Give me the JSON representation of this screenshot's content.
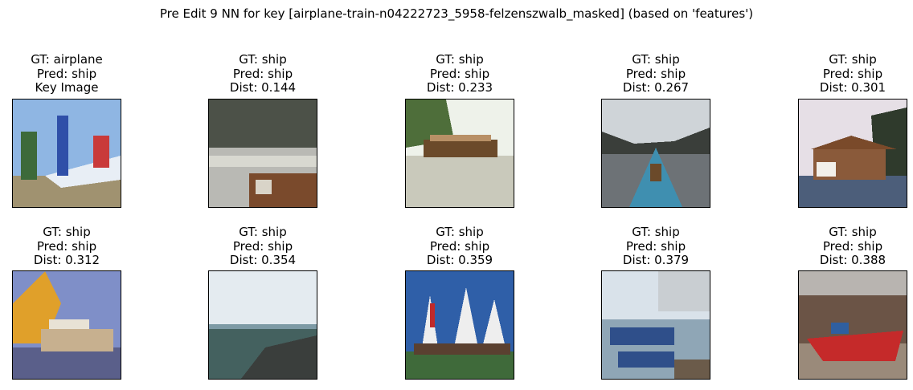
{
  "figure": {
    "title": "Pre Edit 9 NN for key [airplane-train-n04222723_5958-felzenszwalb_masked] (based on 'features')"
  },
  "panels": [
    {
      "lines": [
        "GT: airplane",
        "Pred: ship",
        "Key Image"
      ],
      "scene": "airplane-collage",
      "colors": {
        "sky": "#8fb6e3",
        "ground": "#a09270",
        "accent": "#2f4fa8",
        "object": "#e8eef5"
      }
    },
    {
      "lines": [
        "GT: ship",
        "Pred: ship",
        "Dist: 0.144"
      ],
      "scene": "boat-tour",
      "colors": {
        "sky": "#4c5148",
        "water": "#b9b9b4",
        "object": "#7a4a2c",
        "accent": "#d8d8d0"
      }
    },
    {
      "lines": [
        "GT: ship",
        "Pred: ship",
        "Dist: 0.233"
      ],
      "scene": "houseboat",
      "colors": {
        "sky": "#eef2ea",
        "trees": "#4e6e3a",
        "water": "#c9c9bb",
        "object": "#6b4a2a"
      }
    },
    {
      "lines": [
        "GT: ship",
        "Pred: ship",
        "Dist: 0.267"
      ],
      "scene": "canoe-bow",
      "colors": {
        "sky": "#cfd4d8",
        "hills": "#3a3e3a",
        "water": "#6d7276",
        "object": "#3f8fb0"
      }
    },
    {
      "lines": [
        "GT: ship",
        "Pred: ship",
        "Dist: 0.301"
      ],
      "scene": "floating-house",
      "colors": {
        "sky": "#e6dfe6",
        "trees": "#2f3a2c",
        "water": "#4c5e7a",
        "object": "#8a5a3a"
      }
    },
    {
      "lines": [
        "GT: ship",
        "Pred: ship",
        "Dist: 0.312"
      ],
      "scene": "paddle-steamer",
      "colors": {
        "sky": "#7f8fc8",
        "accent": "#e0a02a",
        "water": "#5a5f8a",
        "object": "#c7b08f"
      }
    },
    {
      "lines": [
        "GT: ship",
        "Pred: ship",
        "Dist: 0.354"
      ],
      "scene": "sea-dock",
      "colors": {
        "sky": "#e4ebf0",
        "water": "#44615f",
        "object": "#3a3e3c",
        "accent": "#7d9aa5"
      }
    },
    {
      "lines": [
        "GT: ship",
        "Pred: ship",
        "Dist: 0.359"
      ],
      "scene": "tall-ship",
      "colors": {
        "sky": "#2f5fa8",
        "sails": "#eeeeee",
        "object": "#5a4030",
        "accent": "#c02a2a"
      }
    },
    {
      "lines": [
        "GT: ship",
        "Pred: ship",
        "Dist: 0.379"
      ],
      "scene": "harbor",
      "colors": {
        "sky": "#d9e2ea",
        "water": "#8fa6b6",
        "object": "#2f4f8a",
        "accent": "#6b5b4a"
      }
    },
    {
      "lines": [
        "GT: ship",
        "Pred: ship",
        "Dist: 0.388"
      ],
      "scene": "red-boat",
      "colors": {
        "sky": "#b8b4b0",
        "trees": "#6b5446",
        "object": "#c52a2a",
        "accent": "#2f5fa0"
      }
    }
  ]
}
